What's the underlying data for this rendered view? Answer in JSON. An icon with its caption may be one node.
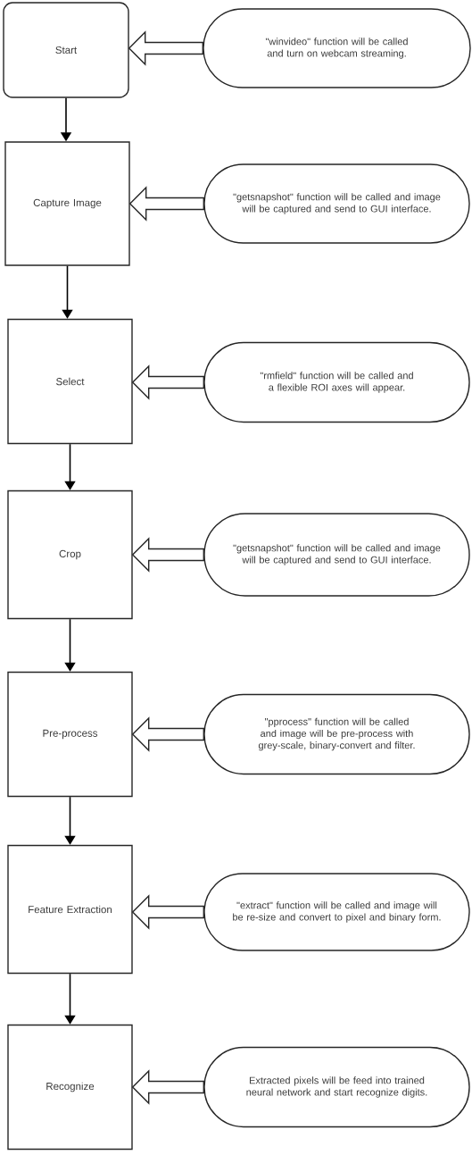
{
  "diagram": {
    "nodes": [
      {
        "text": [
          "Start"
        ]
      },
      {
        "text": [
          "\"winvideo\" function will be called and turn on webcam streaming."
        ]
      },
      {
        "text": [
          "Capture Image"
        ]
      },
      {
        "text": [
          "\"getsnapshot\" function will be called and image will be captured and send to GUI interface."
        ]
      },
      {
        "text": [
          "Select"
        ]
      },
      {
        "text": [
          "\"rmfield\" function will be called and a flexible ROI axes will appear."
        ]
      },
      {
        "text": [
          "Crop"
        ]
      },
      {
        "text": [
          "\"getsnapshot\" function will be called and image will be captured and send to GUI interface."
        ]
      },
      {
        "text": [
          "Pre-process"
        ]
      },
      {
        "text": [
          "\"pprocess\" function will be called and image will be pre-process with grey-scale, binary-convert and filter."
        ]
      },
      {
        "text": [
          "Feature Extraction"
        ]
      },
      {
        "text": [
          "\"extract\" function will be called and image will be re-size and convert to pixel and binary form."
        ]
      },
      {
        "text": [
          "Recognize"
        ]
      },
      {
        "text": [
          "Extracted pixels will be feed into trained neural network and start recognize digits."
        ]
      }
    ],
    "edges": [
      {
        "from": 1,
        "to": 0,
        "arrow": "to"
      },
      {
        "from": 0,
        "to": 2,
        "arrow": "to"
      },
      {
        "from": 3,
        "to": 2,
        "arrow": "to"
      },
      {
        "from": 2,
        "to": 4,
        "arrow": "to"
      },
      {
        "from": 5,
        "to": 4,
        "arrow": "to"
      },
      {
        "from": 4,
        "to": 6,
        "arrow": "to"
      },
      {
        "from": 7,
        "to": 6,
        "arrow": "to"
      },
      {
        "from": 6,
        "to": 8,
        "arrow": "to"
      },
      {
        "from": 9,
        "to": 8,
        "arrow": "to"
      },
      {
        "from": 8,
        "to": 10,
        "arrow": "to"
      },
      {
        "from": 11,
        "to": 10,
        "arrow": "to"
      },
      {
        "from": 10,
        "to": 12,
        "arrow": "to"
      },
      {
        "from": 13,
        "to": 12,
        "arrow": "to"
      }
    ]
  }
}
